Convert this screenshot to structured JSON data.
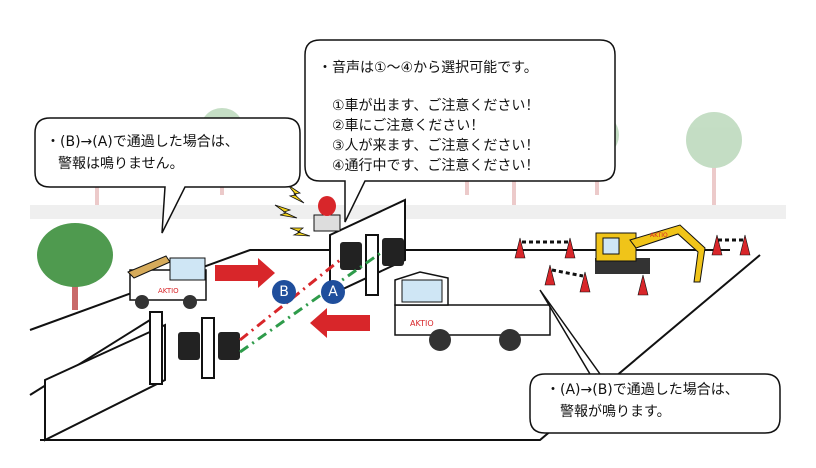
{
  "bubble_left": {
    "line1": "・(B)→(A)で通過した場合は、",
    "line2": "警報は鳴りません。"
  },
  "bubble_top": {
    "intro": "・音声は①～④から選択可能です。",
    "options": [
      "①車が出ます、ご注意ください！",
      "②車にご注意ください！",
      "③人が来ます、ご注意ください！",
      "④通行中です、ご注意ください！"
    ]
  },
  "bubble_right": {
    "line1": "・(A)→(B)で通過した場合は、",
    "line2": "警報が鳴ります。"
  },
  "sensors": {
    "a_label": "A",
    "b_label": "B"
  },
  "colors": {
    "sensor_blue": "#1f4e9c",
    "arrow_red": "#d8262a",
    "beam_red": "#d8262a",
    "beam_green": "#2e9b4a",
    "excavator_yellow": "#f0c419",
    "tree_green": "#4f9a4f",
    "tree_trunk": "#c96a6a"
  },
  "vehicle_text": {
    "truck_logo": "AKTIO",
    "pickup_logo": "AKTIO",
    "excavator_logo": "AKTIO"
  }
}
